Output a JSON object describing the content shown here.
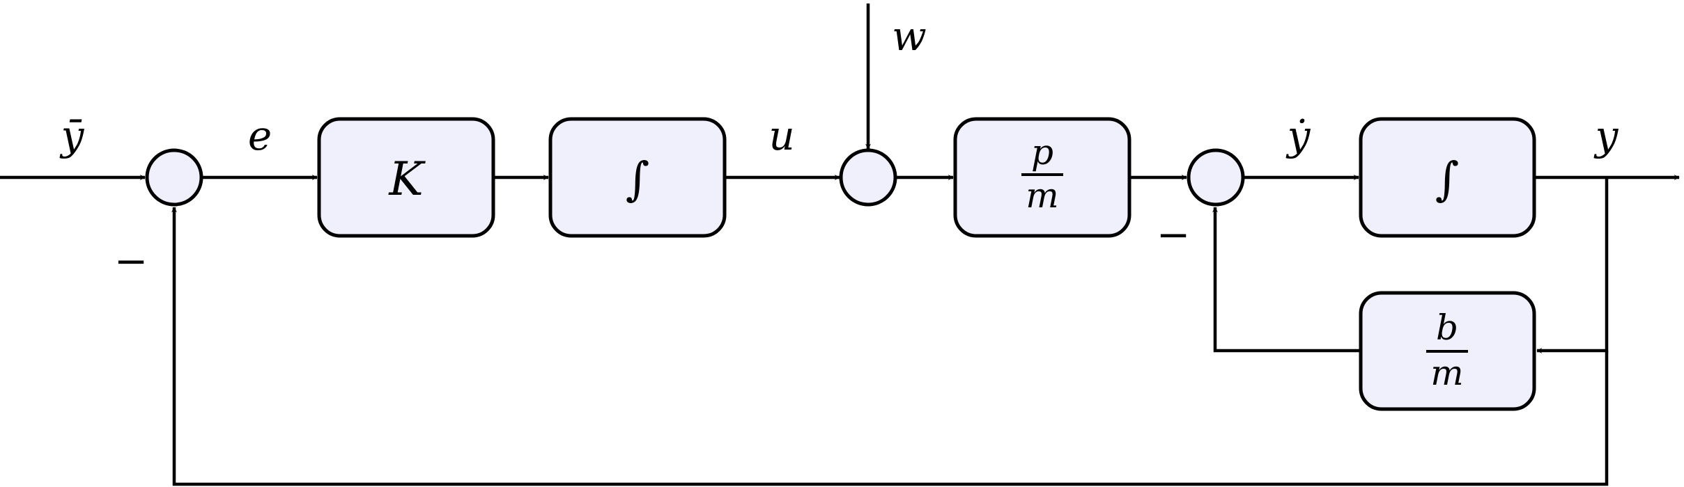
{
  "diagram": {
    "type": "block-diagram",
    "description": "Closed-loop control system with integral controller and velocity feedback",
    "signals": {
      "reference": "ȳ",
      "error": "e",
      "control": "u",
      "disturbance": "w",
      "velocity": "ẏ",
      "output": "y"
    },
    "blocks": {
      "gain": {
        "label": "K"
      },
      "integrator1": {
        "label": "∫"
      },
      "plant": {
        "numerator": "p",
        "denominator": "m"
      },
      "integrator2": {
        "label": "∫"
      },
      "damping": {
        "numerator": "b",
        "denominator": "m"
      }
    },
    "summing_junctions": {
      "sum1": {
        "sign": "−"
      },
      "sum2": {
        "sign": ""
      },
      "sum3": {
        "sign": "−"
      }
    },
    "colors": {
      "block_fill": "#eff0fc",
      "stroke": "#000000"
    }
  }
}
